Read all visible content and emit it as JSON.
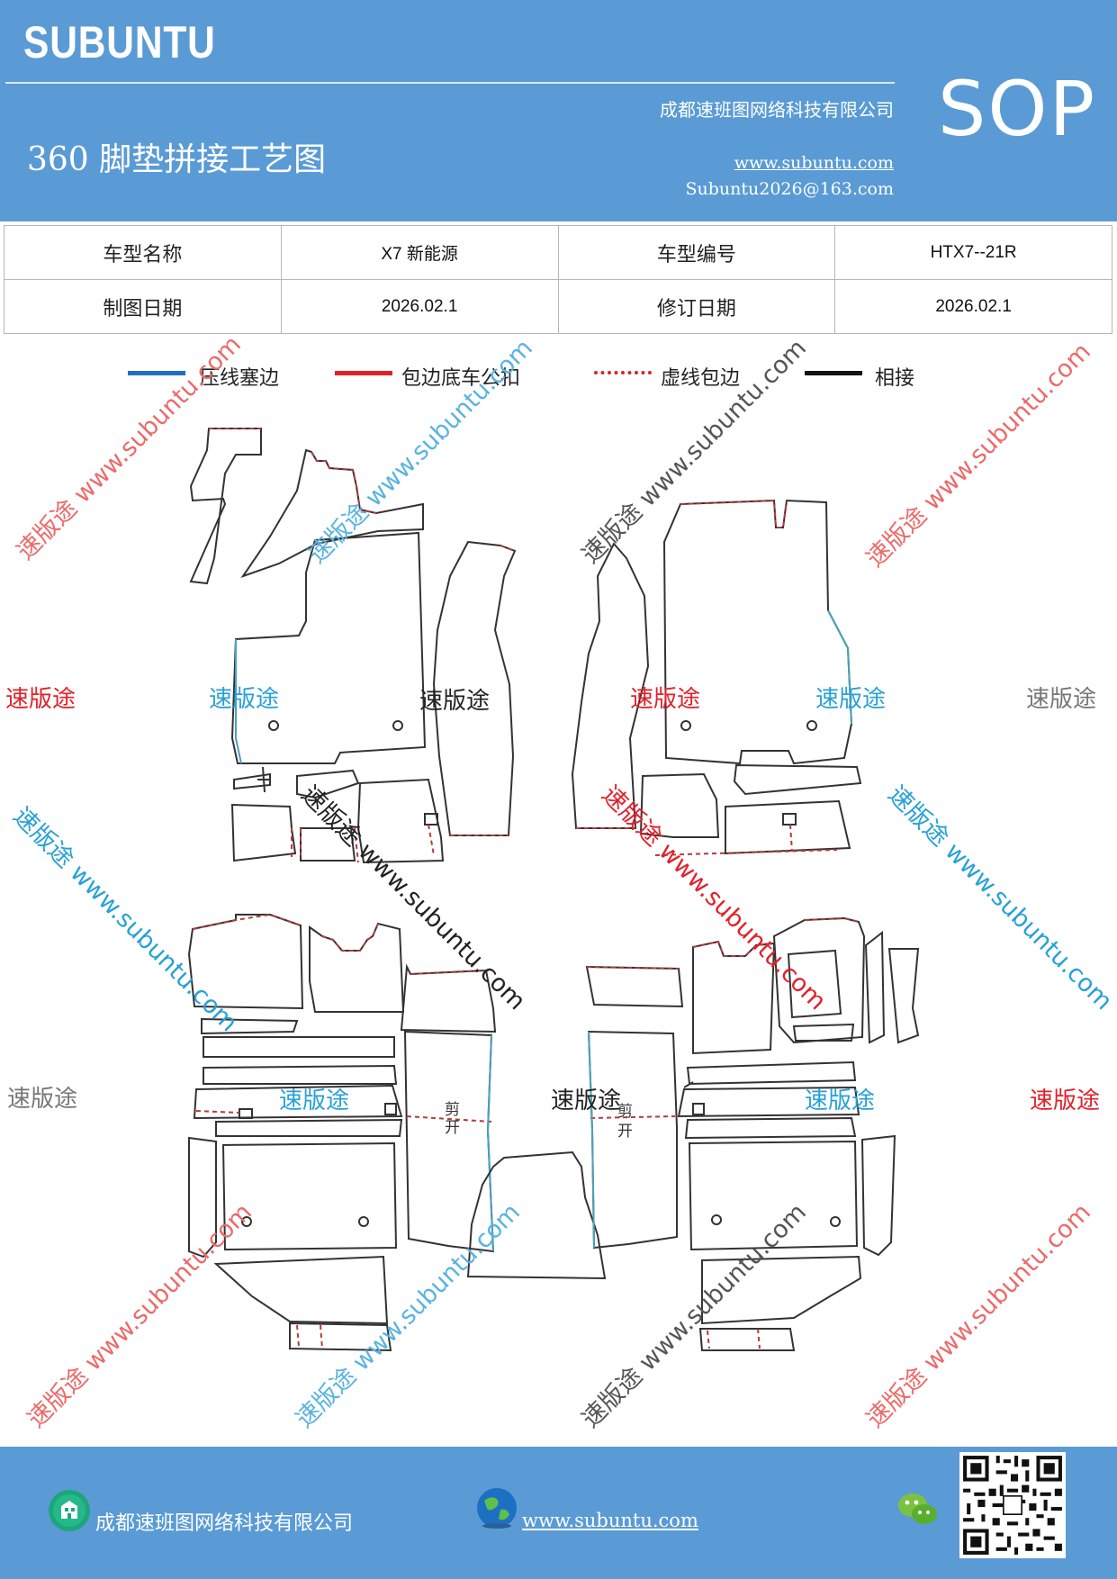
{
  "header": {
    "brand": "SUBUNTU",
    "company": "成都速班图网络科技有限公司",
    "title": "360 脚垫拼接工艺图",
    "website": "www.subuntu.com",
    "email": "Subuntu2026@163.com",
    "badge": "SOP"
  },
  "info_table": {
    "row1": {
      "label1": "车型名称",
      "value1": "X7 新能源",
      "label2": "车型编号",
      "value2": "HTX7--21R"
    },
    "row2": {
      "label1": "制图日期",
      "value1": "2026.02.1",
      "label2": "修订日期",
      "value2": "2026.02.1"
    }
  },
  "legend": [
    {
      "label": "压线塞边",
      "color": "#1f6fbf",
      "style": "solid"
    },
    {
      "label": "包边底车公扣",
      "color": "#e3202a",
      "style": "solid"
    },
    {
      "label": "虚线包边",
      "color": "#d62728",
      "style": "dotted"
    },
    {
      "label": "相接",
      "color": "#111111",
      "style": "solid"
    }
  ],
  "drawing_labels": {
    "cut": "剪开",
    "mark": "卅"
  },
  "watermarks": {
    "brand_cn": "速版途",
    "diagonal": "速版途 www.subuntu.com"
  },
  "footer": {
    "company": "成都速班图网络科技有限公司",
    "website": "www.subuntu.com",
    "icons": [
      "building-icon",
      "globe-icon",
      "wechat-icon",
      "qr-code"
    ]
  }
}
